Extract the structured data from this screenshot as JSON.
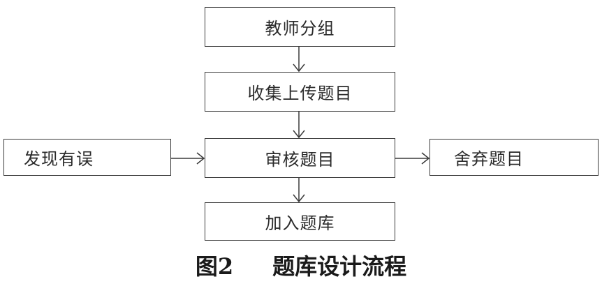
{
  "nodes": {
    "grouping": "教师分组",
    "collect": "收集上传题目",
    "review": "审核题目",
    "add": "加入题库",
    "error": "发现有误",
    "discard": "舍弃题目"
  },
  "caption": {
    "figure_number": "图2",
    "title": "题库设计流程"
  }
}
